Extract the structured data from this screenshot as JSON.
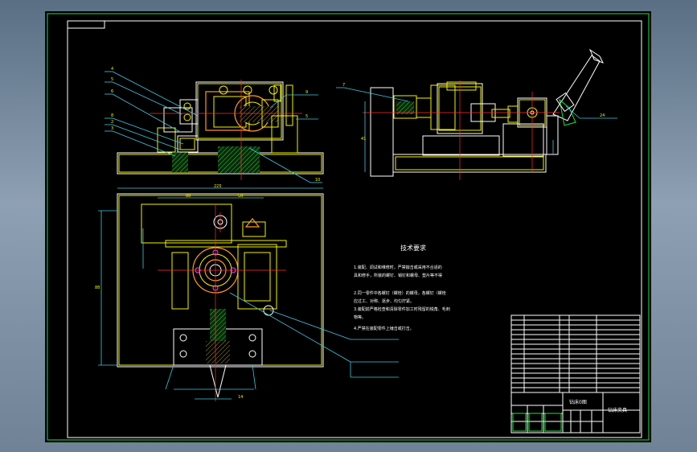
{
  "drawing": {
    "tech_requirements_title": "技术要求",
    "tech_requirements": [
      "1.装配、调试和维修时，严禁敲击或采用不合适的",
      "具和修手，所装的螺钉、销钉和螺母、垫片等不得",
      "2.同一零件中各螺钉（螺栓）的螺母，各螺钉（螺栓",
      "应过工、对称、逐步、均匀拧紧。",
      "3.装配前严格检查和清除零件加工时残留的锐角、毛刺",
      "物等。",
      "4.严禁在装配零件上锤击或打击。"
    ],
    "title_block": {
      "part_name": "钻床夹具",
      "drawing_no": "钻床0图"
    },
    "dimensions": [
      "80",
      "50",
      "225",
      "14",
      "88"
    ]
  }
}
